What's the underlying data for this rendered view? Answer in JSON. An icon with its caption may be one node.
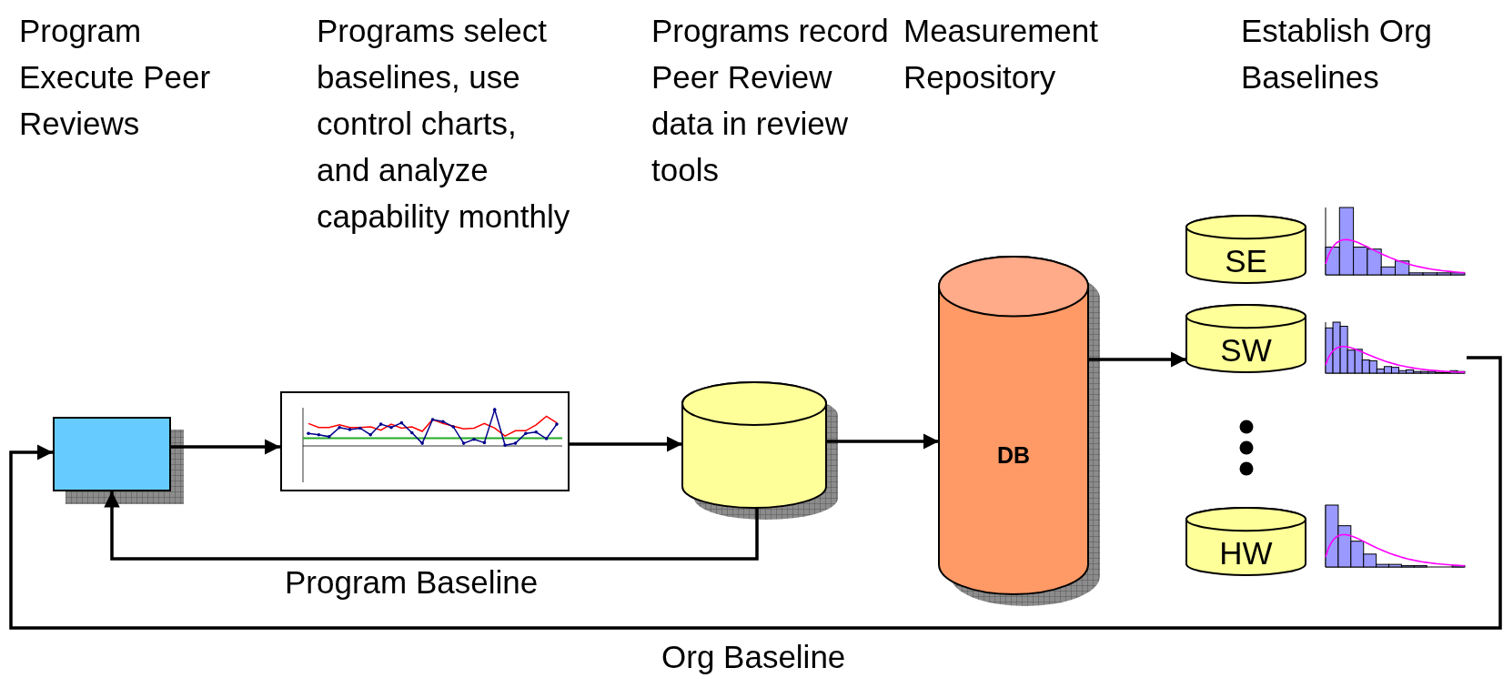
{
  "diagram": {
    "nodes": [
      {
        "text": [],
        "shape": "box"
      },
      {
        "text": [],
        "shape": "picture"
      },
      {
        "text": [],
        "shape": "cylinder"
      },
      {
        "text": [
          "DB"
        ]
      },
      {
        "text": [
          "SE"
        ]
      },
      {
        "text": [],
        "shape": "picture"
      },
      {
        "text": [
          "SW"
        ]
      },
      {
        "text": [],
        "shape": "picture"
      },
      {
        "text": [
          "HW"
        ]
      },
      {
        "text": [],
        "shape": "picture"
      }
    ],
    "edges": [
      {
        "from": 0,
        "to": 1,
        "arrow": "to"
      },
      {
        "from": 1,
        "to": 2,
        "arrow": "to"
      },
      {
        "from": 2,
        "to": 3,
        "arrow": "to"
      },
      {
        "from": 3,
        "to": 6,
        "arrow": "to"
      },
      {
        "from": 2,
        "to": 0,
        "arrow": "to",
        "label": "Program Baseline"
      },
      {
        "from": 7,
        "to": 0,
        "arrow": "to",
        "label": "Org Baseline"
      }
    ],
    "labels": [
      "Program Execute Peer Reviews",
      "Programs select baselines, use control charts, and analyze capability monthly",
      "Programs record Peer Review data in review tools",
      "Measurement Repository",
      "Establish Org Baselines"
    ]
  }
}
